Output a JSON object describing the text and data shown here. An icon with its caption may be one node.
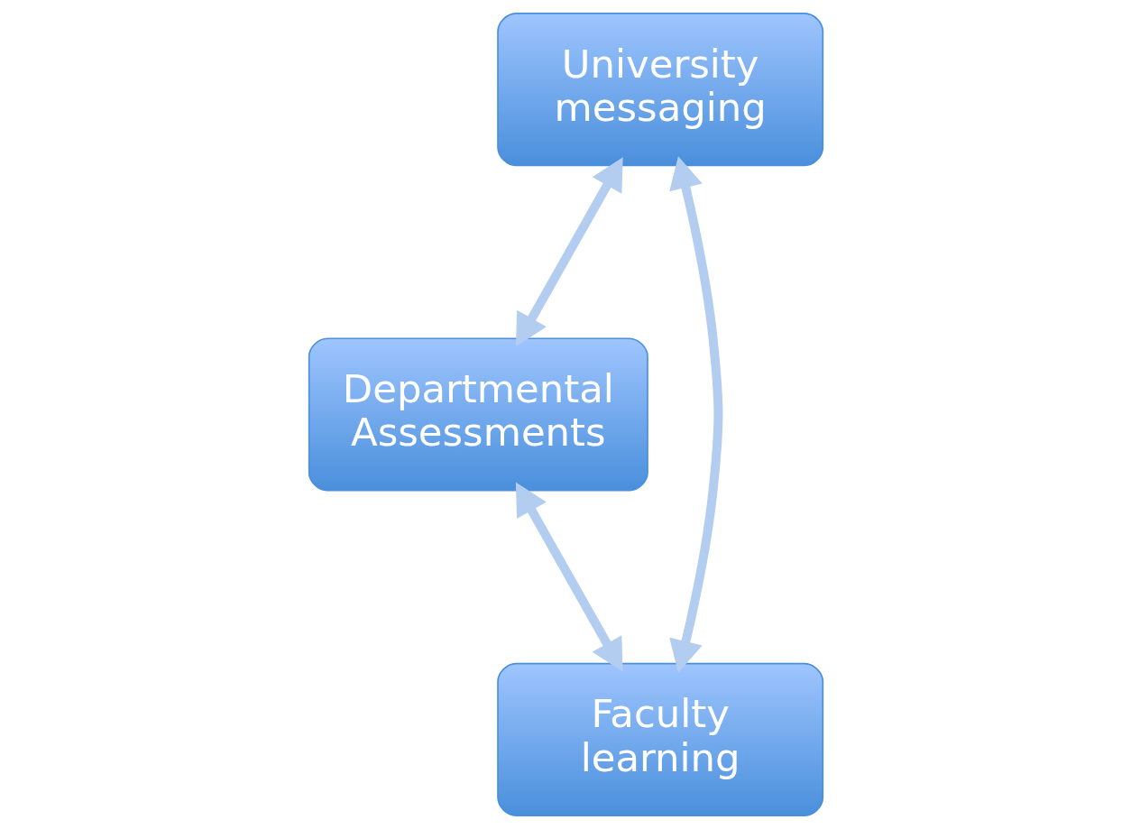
{
  "diagram": {
    "nodes": [
      {
        "text": [
          "University messaging"
        ]
      },
      {
        "text": [
          "Departmental Assessments"
        ]
      },
      {
        "text": [
          "Faculty learning"
        ]
      }
    ],
    "edges": [
      {
        "from": 0,
        "to": 1,
        "arrow": "both"
      },
      {
        "from": 0,
        "to": 2,
        "arrow": "both"
      },
      {
        "from": 1,
        "to": 2,
        "arrow": "both"
      }
    ]
  }
}
